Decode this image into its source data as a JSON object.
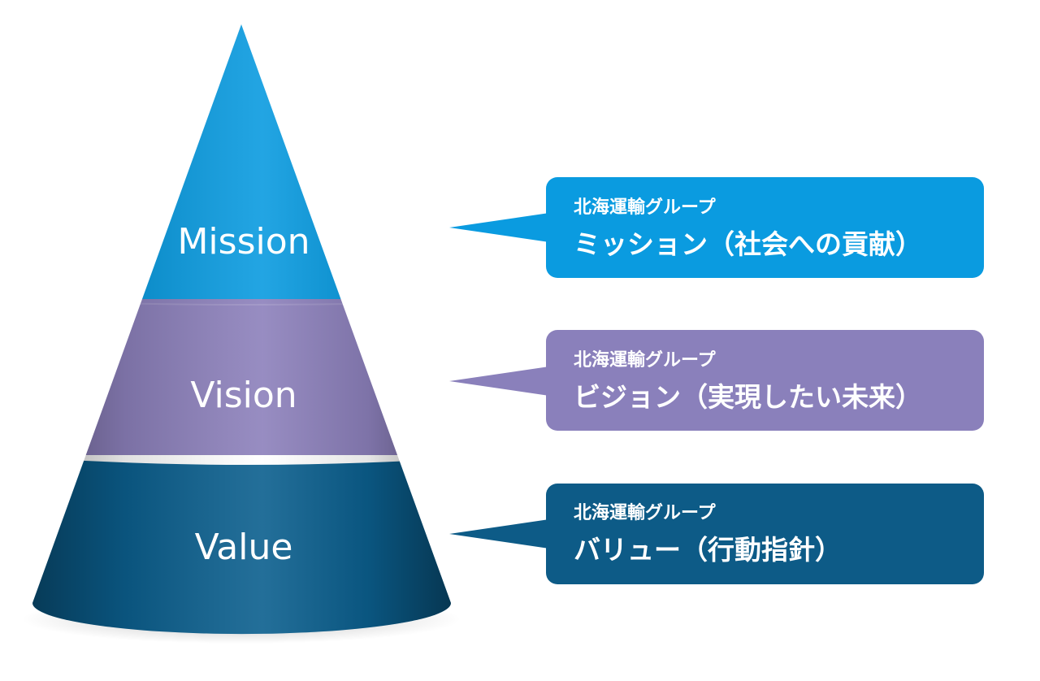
{
  "tiers": [
    {
      "label": "Mission",
      "color": "#0a9be0",
      "callout": {
        "group": "北海運輸グループ",
        "title": "ミッション（社会への貢献）",
        "color": "#0a9be0"
      }
    },
    {
      "label": "Vision",
      "color": "#8c80bb",
      "callout": {
        "group": "北海運輸グループ",
        "title": "ビジョン（実現したい未来）",
        "color": "#8a80bb"
      }
    },
    {
      "label": "Value",
      "color": "#0b5f8e",
      "callout": {
        "group": "北海運輸グループ",
        "title": "バリュー（行動指針）",
        "color": "#0d5b87"
      }
    }
  ]
}
